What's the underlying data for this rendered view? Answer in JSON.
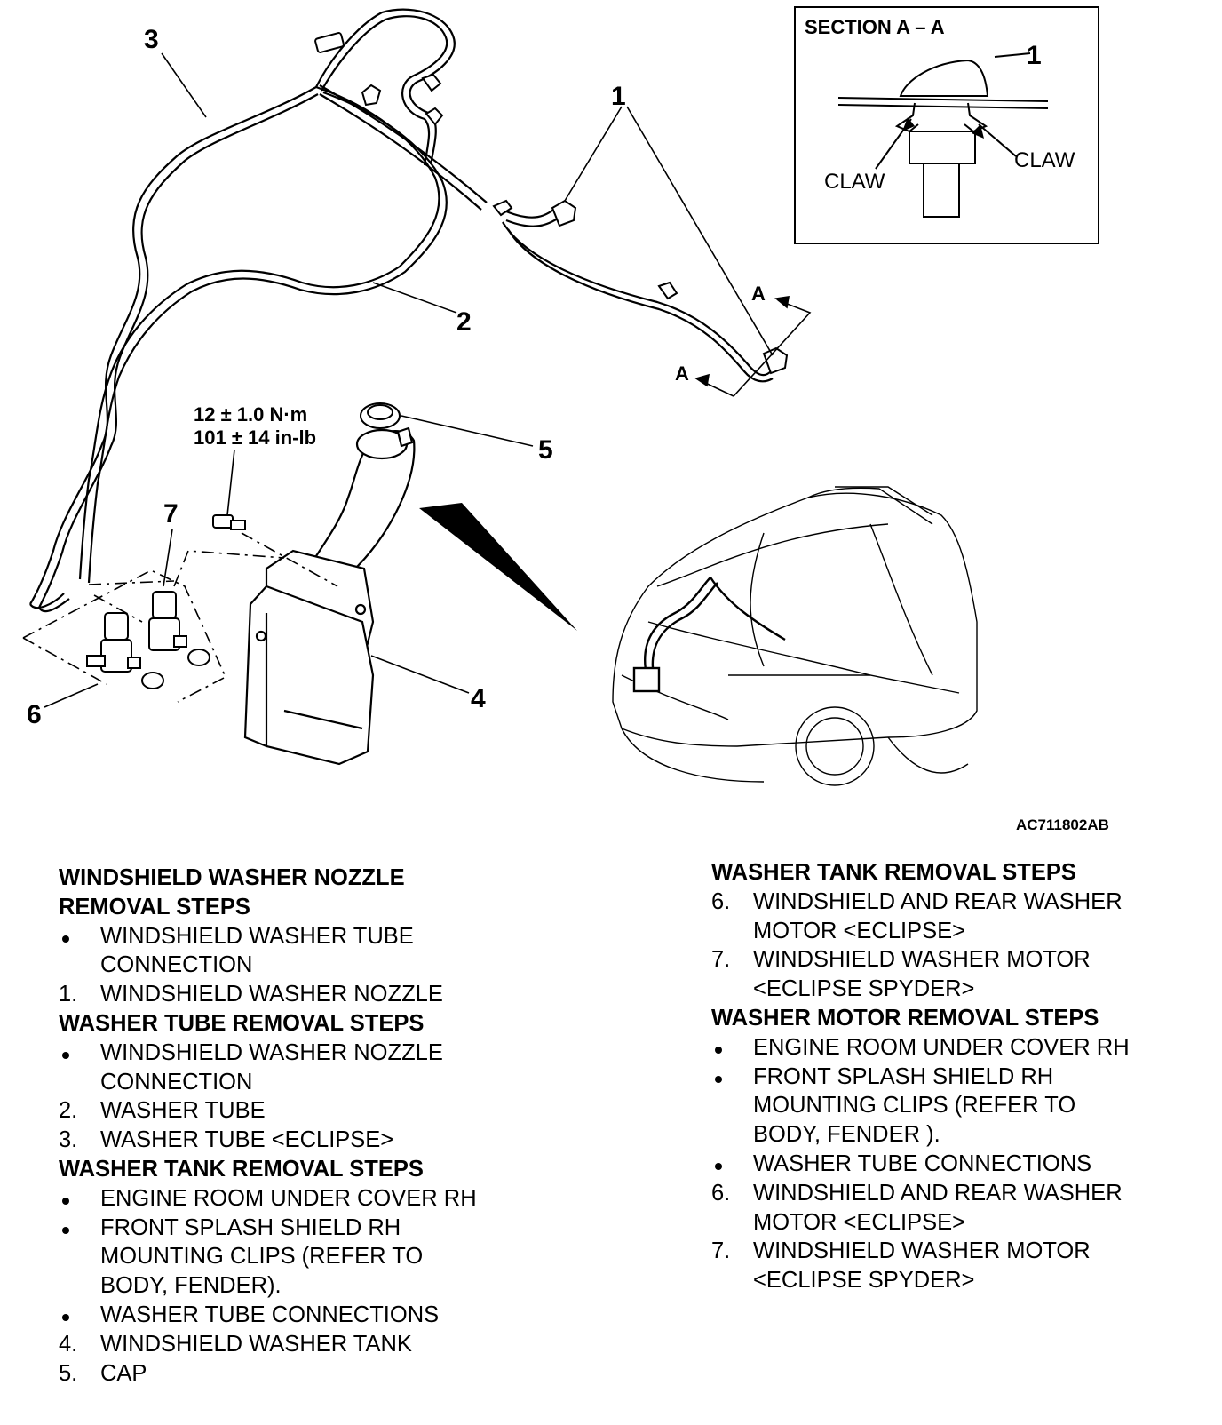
{
  "diagram": {
    "callouts": {
      "c1": "1",
      "c2": "2",
      "c3": "3",
      "c4": "4",
      "c5": "5",
      "c6": "6",
      "c7": "7",
      "section_a_left": "A",
      "section_a_right": "A"
    },
    "torque": {
      "line1": "12 ± 1.0 N·m",
      "line2": "101 ± 14 in-lb"
    },
    "section_inset": {
      "title": "SECTION A – A",
      "callout": "1",
      "claw_left": "CLAW",
      "claw_right": "CLAW"
    },
    "reference_code": "AC711802AB"
  },
  "steps_left": [
    {
      "type": "heading",
      "text": "WINDSHIELD WASHER NOZZLE"
    },
    {
      "type": "heading",
      "text": "REMOVAL STEPS"
    },
    {
      "type": "bullet",
      "lines": [
        "WINDSHIELD WASHER TUBE",
        "CONNECTION"
      ]
    },
    {
      "type": "num",
      "num": "1.",
      "lines": [
        "WINDSHIELD WASHER NOZZLE"
      ]
    },
    {
      "type": "heading",
      "text": "WASHER TUBE REMOVAL STEPS"
    },
    {
      "type": "bullet",
      "lines": [
        "WINDSHIELD WASHER NOZZLE",
        "CONNECTION"
      ]
    },
    {
      "type": "num",
      "num": "2.",
      "lines": [
        "WASHER TUBE"
      ]
    },
    {
      "type": "num",
      "num": "3.",
      "lines": [
        "WASHER TUBE <ECLIPSE>"
      ]
    },
    {
      "type": "heading",
      "text": "WASHER TANK REMOVAL STEPS"
    },
    {
      "type": "bullet",
      "lines": [
        "ENGINE ROOM UNDER COVER RH"
      ]
    },
    {
      "type": "bullet",
      "lines": [
        "FRONT SPLASH SHIELD RH",
        "MOUNTING CLIPS (REFER TO",
        "BODY, FENDER)."
      ]
    },
    {
      "type": "bullet",
      "lines": [
        "WASHER TUBE CONNECTIONS"
      ]
    },
    {
      "type": "num",
      "num": "4.",
      "lines": [
        "WINDSHIELD WASHER TANK"
      ]
    },
    {
      "type": "num",
      "num": "5.",
      "lines": [
        "CAP"
      ]
    }
  ],
  "steps_right": [
    {
      "type": "heading",
      "text": "WASHER TANK REMOVAL STEPS"
    },
    {
      "type": "num",
      "num": "6.",
      "lines": [
        "WINDSHIELD AND REAR WASHER",
        "MOTOR <ECLIPSE>"
      ]
    },
    {
      "type": "num",
      "num": "7.",
      "lines": [
        "WINDSHIELD WASHER MOTOR",
        "<ECLIPSE SPYDER>"
      ]
    },
    {
      "type": "heading",
      "text": "WASHER MOTOR REMOVAL STEPS"
    },
    {
      "type": "bullet",
      "lines": [
        "ENGINE ROOM UNDER COVER RH"
      ]
    },
    {
      "type": "bullet",
      "lines": [
        "FRONT SPLASH SHIELD RH",
        "MOUNTING CLIPS (REFER TO",
        "BODY, FENDER )."
      ]
    },
    {
      "type": "bullet",
      "lines": [
        "WASHER TUBE CONNECTIONS"
      ]
    },
    {
      "type": "num",
      "num": "6.",
      "lines": [
        "WINDSHIELD AND REAR WASHER",
        "MOTOR <ECLIPSE>"
      ]
    },
    {
      "type": "num",
      "num": "7.",
      "lines": [
        "WINDSHIELD WASHER MOTOR",
        "<ECLIPSE SPYDER>"
      ]
    }
  ]
}
